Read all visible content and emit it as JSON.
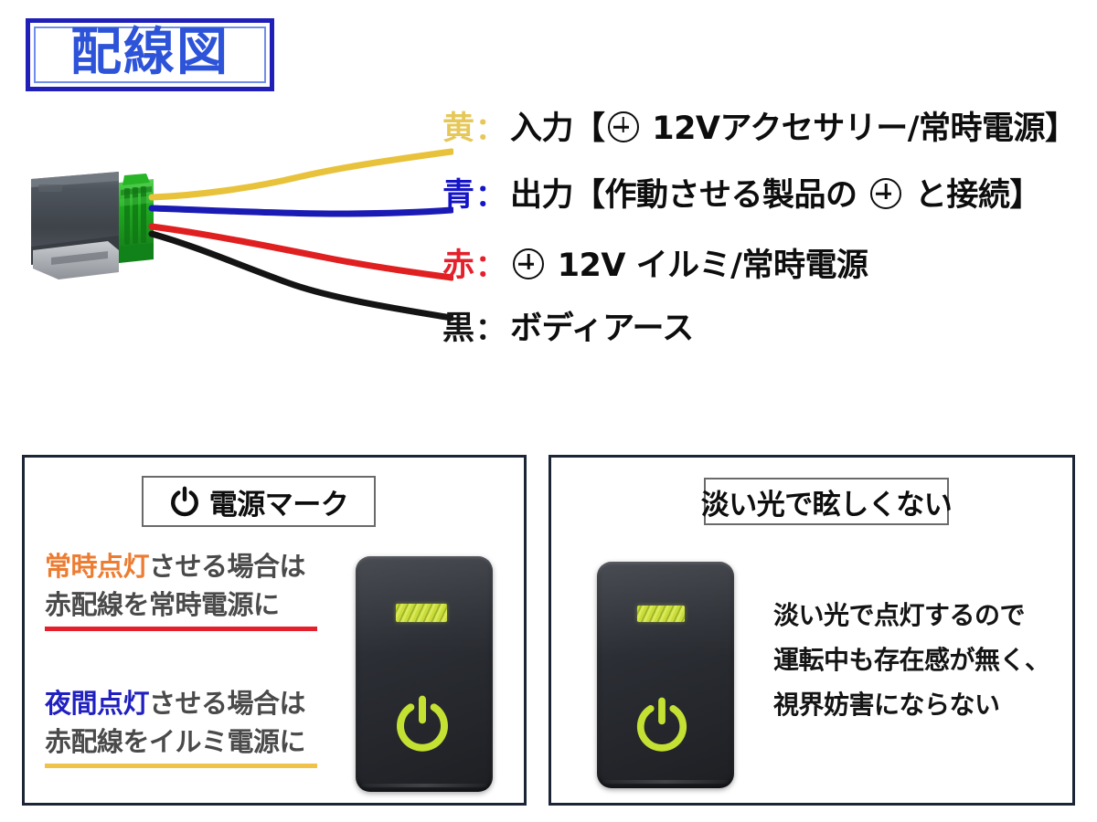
{
  "title": {
    "text": "配線図"
  },
  "colors": {
    "title_border": "#2020b8",
    "title_text": "#2d53d8",
    "yellow_wire": "#e6c85a",
    "blue_wire": "#1414c8",
    "red_wire": "#e4202c",
    "black_wire": "#141414",
    "highlight_orange": "#ec7c31",
    "highlight_blue": "#2020c0",
    "underline_red": "#e4202c",
    "underline_gold": "#f0c24a",
    "led_green": "#c3e033",
    "switch_body": "#2b2e34"
  },
  "connector": {
    "alt": "4-wire harness connector with green terminal block",
    "wires": [
      {
        "color_name": "yellow",
        "hex": "#e8c23a"
      },
      {
        "color_name": "blue",
        "hex": "#1a1ab4"
      },
      {
        "color_name": "red",
        "hex": "#e02020"
      },
      {
        "color_name": "black",
        "hex": "#141414"
      }
    ],
    "housing_hex": "#4a5058",
    "terminal_hex": "#2ab02a"
  },
  "legend": {
    "rows": [
      {
        "wire": "黄",
        "colon": "：",
        "color_class": "yellow",
        "pre": "入力【",
        "plus": true,
        "post": " 12Vアクセサリー/常時電源】"
      },
      {
        "wire": "青",
        "colon": "：",
        "color_class": "blue",
        "pre": "出力【作動させる製品の ",
        "plus": true,
        "post": " と接続】"
      },
      {
        "wire": "赤",
        "colon": "：",
        "color_class": "red",
        "pre": "",
        "plus": true,
        "post": " 12V イルミ/常時電源"
      },
      {
        "wire": "黒",
        "colon": "：",
        "color_class": "black",
        "pre": "ボディアース",
        "plus": false,
        "post": ""
      }
    ]
  },
  "panel_left": {
    "header": {
      "icon": "power-icon",
      "label": "電源マーク"
    },
    "block1": {
      "line1_highlight": "常時点灯",
      "line1_rest": "させる場合は",
      "line2": "赤配線を常時電源に",
      "underline_color": "red"
    },
    "block2": {
      "line1_highlight": "夜間点灯",
      "line1_rest": "させる場合は",
      "line2": "赤配線をイルミ電源に",
      "underline_color": "gold"
    },
    "switch": {
      "led_label": "illumination-led",
      "icon_label": "power-icon"
    }
  },
  "panel_right": {
    "header": {
      "label": "淡い光で眩しくない"
    },
    "body_lines": [
      "淡い光で点灯するので",
      "運転中も存在感が無く、",
      "視界妨害にならない"
    ],
    "switch": {
      "led_label": "illumination-led",
      "icon_label": "power-icon"
    }
  }
}
